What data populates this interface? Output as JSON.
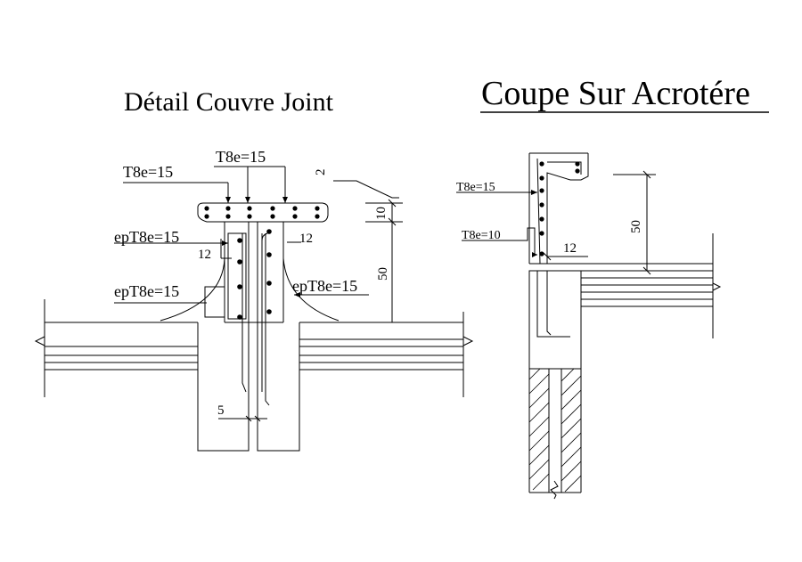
{
  "titles": {
    "left": "Détail Couvre Joint",
    "right": "Coupe Sur Acrotére"
  },
  "left_detail": {
    "labels": {
      "t8_top": "T8e=15",
      "t8_left": "T8e=15",
      "ep_top": "epT8e=15",
      "ep_bottom": "epT8e=15",
      "ep_right": "epT8e=15"
    },
    "dims": {
      "d2": "2",
      "d10": "10",
      "d50": "50",
      "d12_left": "12",
      "d12_right": "12",
      "d5": "5"
    }
  },
  "right_detail": {
    "labels": {
      "t8_15": "T8e=15",
      "t8_10": "T8e=10"
    },
    "dims": {
      "d50": "50",
      "d12": "12"
    }
  }
}
